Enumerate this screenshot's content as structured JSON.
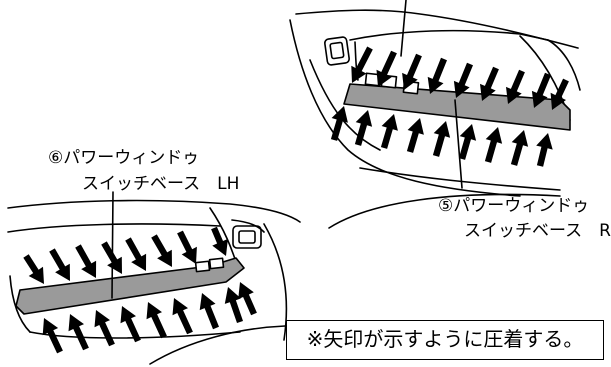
{
  "labels": {
    "lh_line1": "⑥パワーウィンドゥ",
    "lh_line2": "スイッチベース　LH",
    "rh_line1": "⑤パワーウィンドゥ",
    "rh_line2": "スイッチベース　RH"
  },
  "note": "※矢印が示すように圧着する。",
  "colors": {
    "line": "#000000",
    "strip": "#9a9a9a",
    "background": "#ffffff"
  },
  "icons": [
    "press-down-arrow-icon",
    "press-up-arrow-icon",
    "door-handle-icon",
    "window-switch-icon"
  ]
}
